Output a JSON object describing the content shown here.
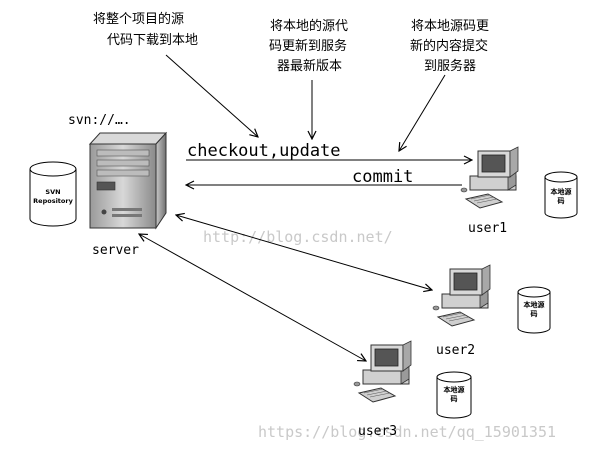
{
  "annotations": {
    "checkout_note": [
      "将整个项目的源",
      "代码下载到本地"
    ],
    "update_note": [
      "将本地的源代",
      "码更新到服务",
      "器最新版本"
    ],
    "commit_note": [
      "将本地源码更",
      "新的内容提交",
      "到服务器"
    ]
  },
  "server": {
    "url": "svn://….",
    "label": "server",
    "repository_label": [
      "SVN",
      "Repository"
    ]
  },
  "operations": {
    "checkout_update": "checkout,update",
    "commit": "commit"
  },
  "users": [
    {
      "label": "user1",
      "source_label": [
        "本地源",
        "码"
      ]
    },
    {
      "label": "user2",
      "source_label": [
        "本地源",
        "码"
      ]
    },
    {
      "label": "user3",
      "source_label": [
        "本地源",
        "码"
      ]
    }
  ],
  "watermarks": {
    "center": "http://blog.csdn.net/",
    "bottom": "https://blog.csdn.net/qq_15901351"
  }
}
